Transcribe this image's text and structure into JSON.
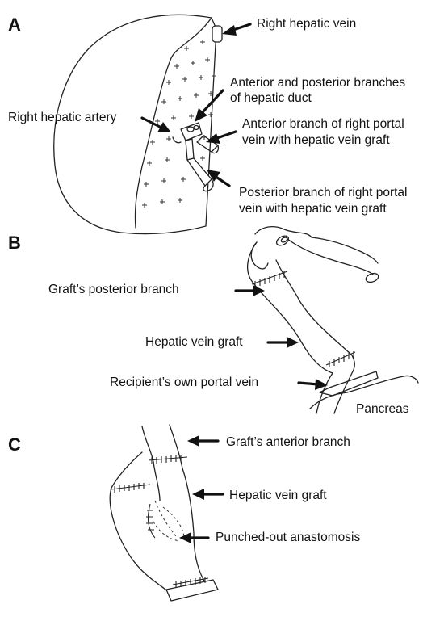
{
  "panels": [
    {
      "label": "A",
      "annotations": [
        "Right hepatic vein",
        "Anterior and posterior branches",
        "of hepatic duct",
        "Right hepatic artery",
        "Anterior branch of right portal",
        "vein with hepatic vein graft",
        "Posterior branch of right portal",
        "vein with hepatic vein graft"
      ]
    },
    {
      "label": "B",
      "annotations": [
        "Graft’s posterior branch",
        "Hepatic vein graft",
        "Recipient’s own portal vein",
        "Pancreas"
      ]
    },
    {
      "label": "C",
      "annotations": [
        "Graft’s anterior branch",
        "Hepatic vein graft",
        "Punched-out anastomosis"
      ]
    }
  ]
}
